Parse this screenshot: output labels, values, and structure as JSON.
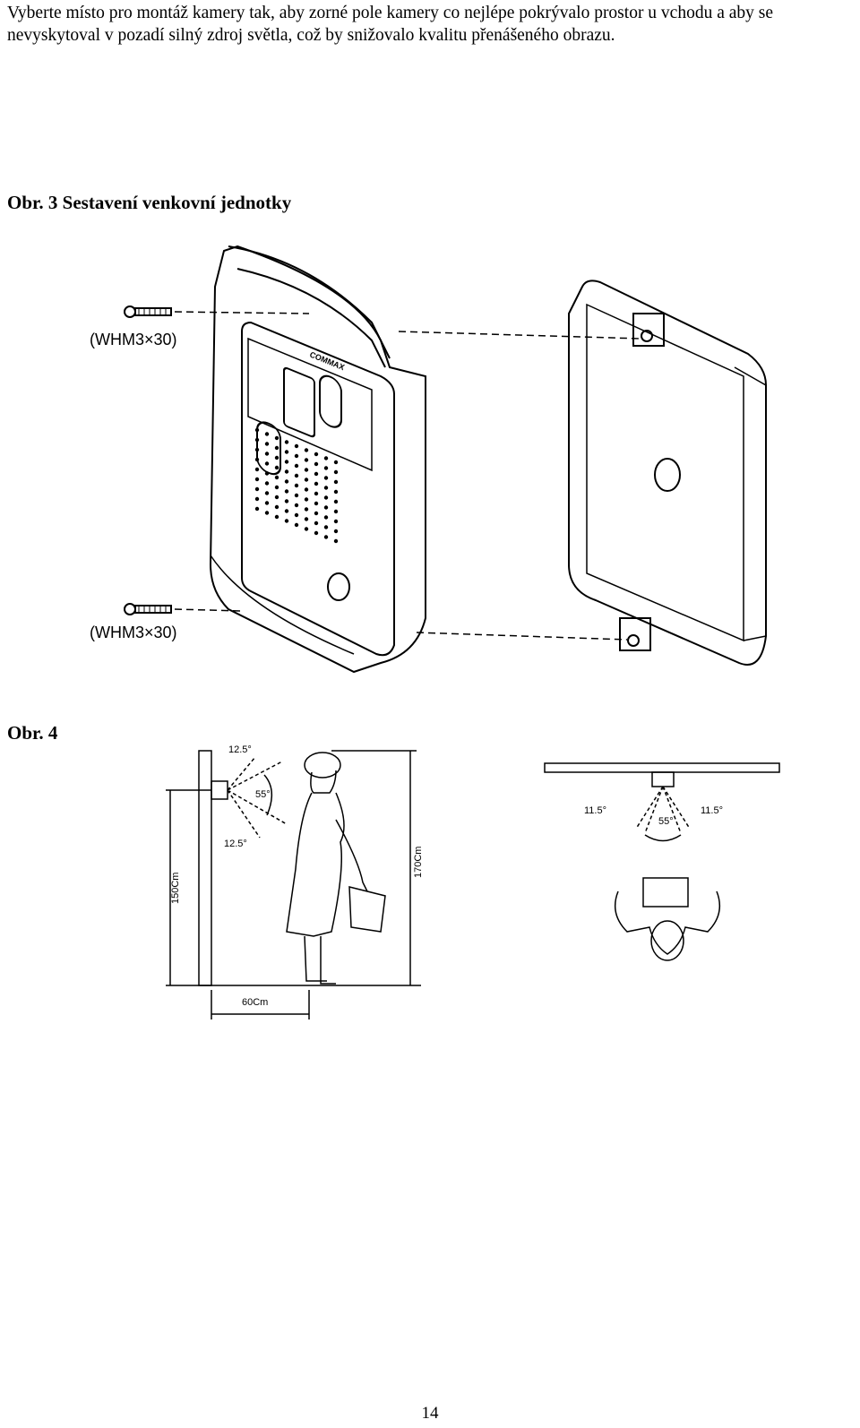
{
  "intro_text": "Vyberte místo pro montáž kamery tak, aby zorné pole kamery co nejlépe pokrývalo prostor u vchodu a aby se nevyskytoval v pozadí silný zdroj světla, což by snižovalo kvalitu přenášeného obrazu.",
  "figure3": {
    "caption": "Obr. 3 Sestavení venkovní jednotky",
    "screw_label_top": "(WHM3×30)",
    "screw_label_bottom": "(WHM3×30)",
    "brand": "COMMAX"
  },
  "figure4": {
    "caption": "Obr. 4",
    "angle_top": "12.5°",
    "angle_mid": "55°",
    "angle_bottom": "12.5°",
    "height_camera": "150Cm",
    "height_person": "170Cm",
    "distance": "60Cm",
    "top_angle_left": "11.5°",
    "top_angle_mid": "55°",
    "top_angle_right": "11.5°"
  },
  "page_number": "14"
}
